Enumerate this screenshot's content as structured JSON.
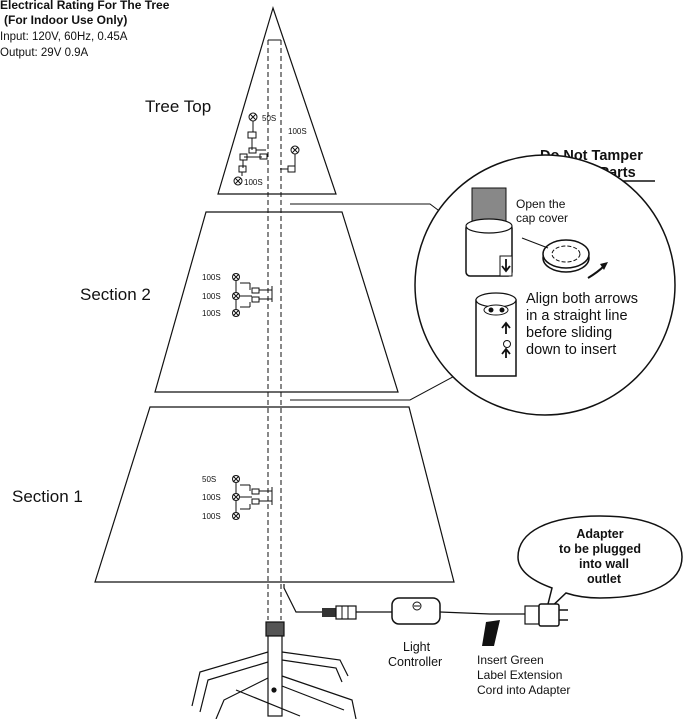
{
  "rating": {
    "line1": "Electrical Rating For The Tree",
    "line2": "(For Indoor Use Only)",
    "input": "Input: 120V, 60Hz, 0.45A",
    "output": "Output: 29V 0.9A"
  },
  "sections": {
    "tree_top": "Tree Top",
    "section2": "Section 2",
    "section1": "Section 1"
  },
  "bulb_labels": {
    "top_a": "50S",
    "top_b": "100S",
    "top_c": "100S",
    "s2_a": "100S",
    "s2_b": "100S",
    "s2_c": "100S",
    "s1_a": "50S",
    "s1_b": "100S",
    "s1_c": "100S"
  },
  "warning": {
    "line1": "Do Not Tamper",
    "line2": "Internal Parts"
  },
  "detail": {
    "open_line1": "Open the",
    "open_line2": "cap cover",
    "align_line1": "Align both arrows",
    "align_line2": "in a straight line",
    "align_line3": "before sliding",
    "align_line4": "down to insert"
  },
  "adapter": {
    "line1": "Adapter",
    "line2": "to be plugged",
    "line3": "into wall",
    "line4": "outlet"
  },
  "controller": {
    "line1": "Light",
    "line2": "Controller"
  },
  "cord": {
    "line1": "Insert Green",
    "line2": "Label Extension",
    "line3": "Cord into Adapter"
  }
}
